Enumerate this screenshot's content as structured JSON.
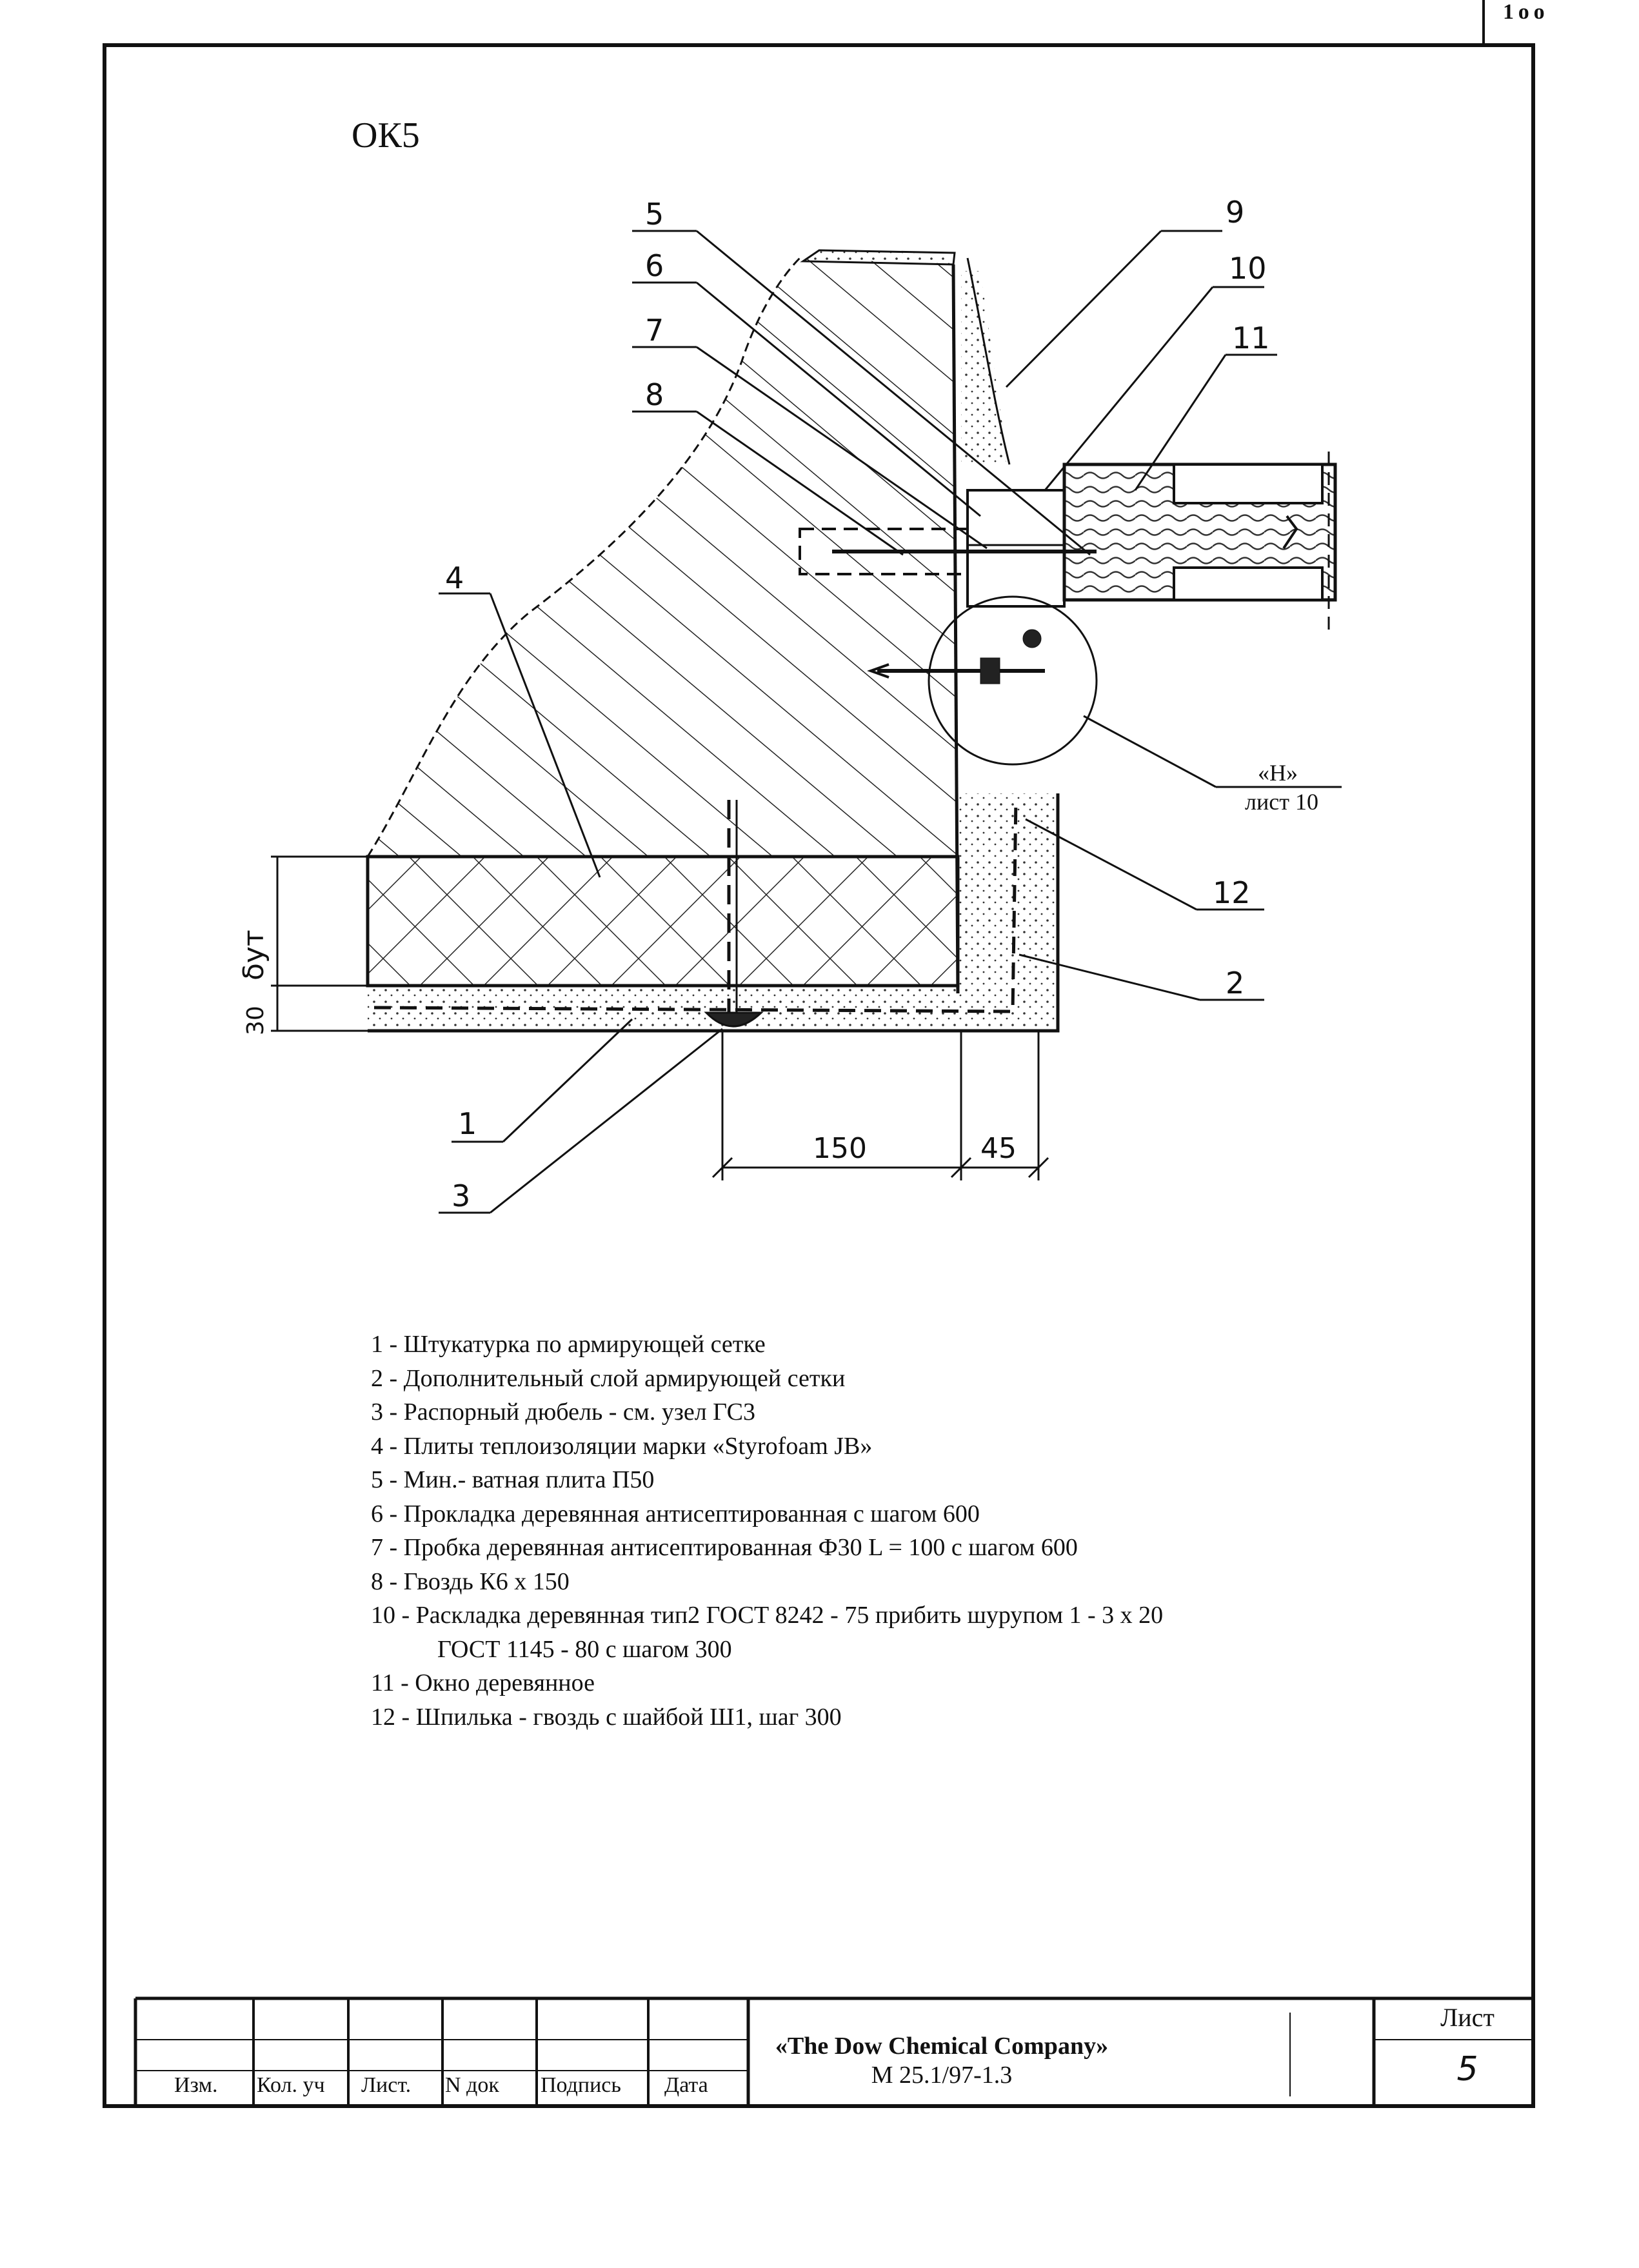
{
  "sheet": {
    "detail_code": "ОК5",
    "corner_number": "1 о о"
  },
  "drawing": {
    "callouts": [
      "1",
      "2",
      "3",
      "4",
      "5",
      "6",
      "7",
      "8",
      "9",
      "10",
      "11",
      "12"
    ],
    "reference": {
      "label": "«Н»",
      "sheet": "лист 10"
    },
    "dimensions": {
      "insulation": "δут",
      "plaster": "30",
      "width_1": "150",
      "width_2": "45"
    }
  },
  "legend": [
    "1 - Штукатурка по армирующей сетке",
    "2 - Дополнительный слой армирующей сетки",
    "3 - Распорный дюбель - см. узел ГС3",
    "4 - Плиты теплоизоляции   марки «Styrofoam JB»",
    "5 - Мин.- ватная плита П50",
    "6 - Прокладка деревянная антисептированная с шагом 600",
    "7 - Пробка деревянная антисептированная Ф30 L = 100 с шагом 600",
    "8 - Гвоздь К6 х 150",
    "10 - Раскладка деревянная тип2 ГОСТ 8242 - 75 прибить шурупом 1 - 3 х 20",
    "ГОСТ 1145 - 80 с шагом 300",
    "11 - Окно деревянное",
    "12 - Шпилька - гвоздь с шайбой Ш1, шаг 300"
  ],
  "title_block": {
    "columns": [
      "Изм.",
      "Кол. уч",
      "Лист.",
      "N док",
      "Подпись",
      "Дата"
    ],
    "company": "«The Dow Chemical Company»",
    "document_code": "М 25.1/97-1.3",
    "sheet_label": "Лист",
    "sheet_number": "5"
  }
}
